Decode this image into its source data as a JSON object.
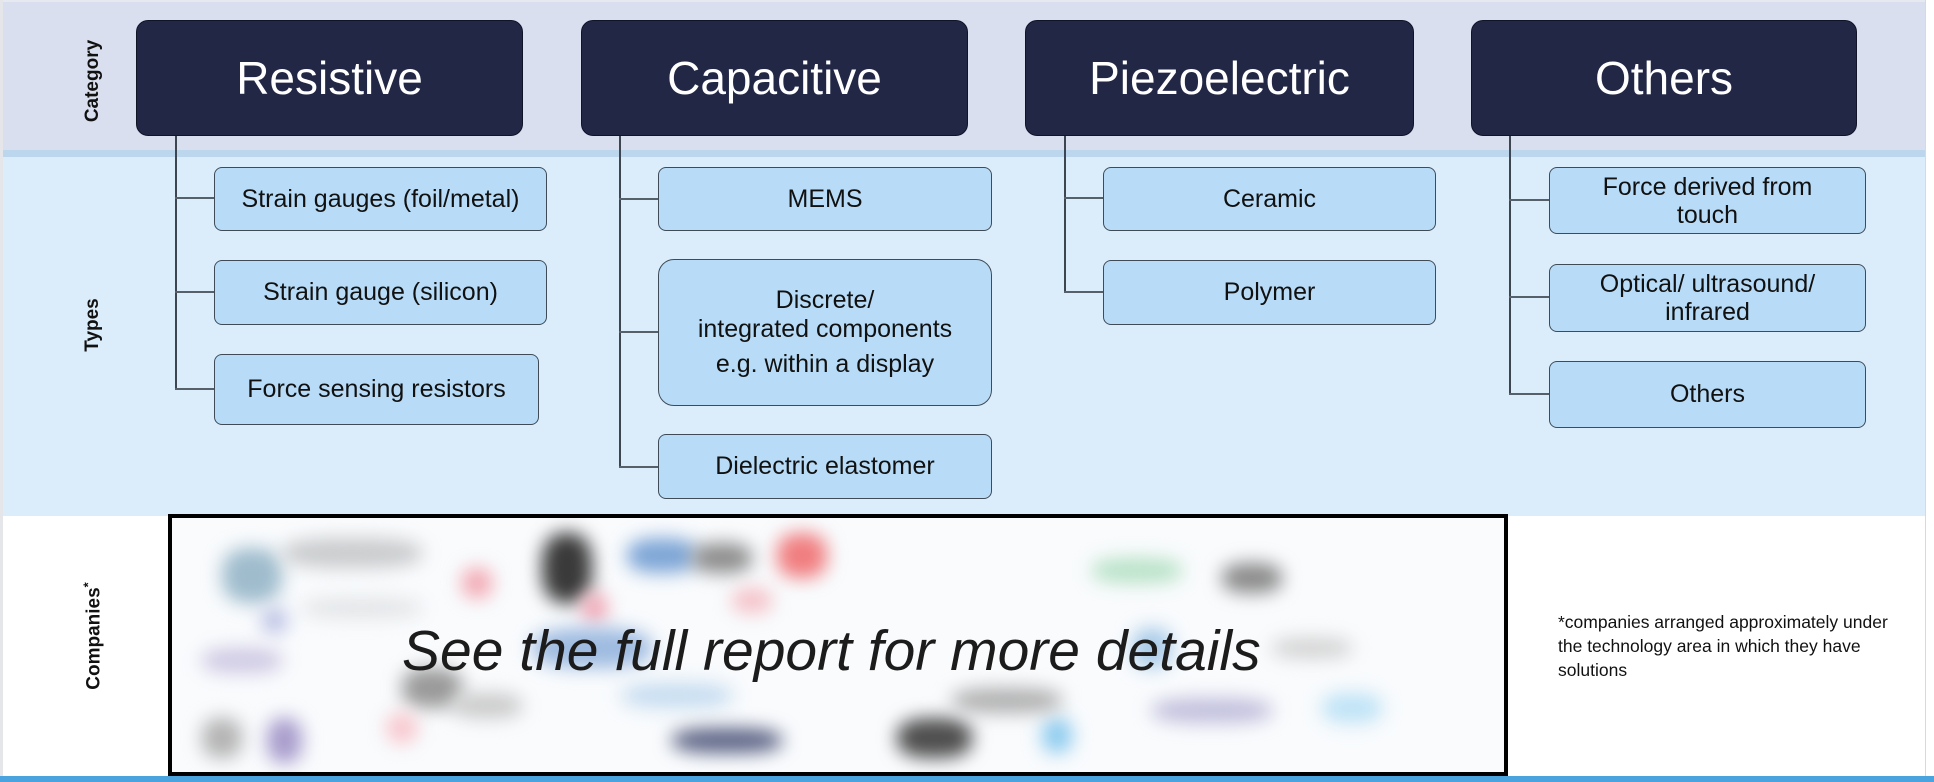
{
  "row_labels": {
    "category": "Category",
    "types": "Types",
    "companies": "Companies",
    "companies_marker": "*"
  },
  "categories": [
    {
      "name": "Resistive",
      "types": [
        {
          "lines": [
            "Strain gauges (foil/metal)"
          ]
        },
        {
          "lines": [
            "Strain gauge (silicon)"
          ]
        },
        {
          "lines": [
            "Force sensing resistors"
          ]
        }
      ]
    },
    {
      "name": "Capacitive",
      "types": [
        {
          "lines": [
            "MEMS"
          ]
        },
        {
          "lines": [
            "Discrete/",
            "integrated components",
            "e.g. within a display"
          ]
        },
        {
          "lines": [
            "Dielectric elastomer"
          ]
        }
      ]
    },
    {
      "name": "Piezoelectric",
      "types": [
        {
          "lines": [
            "Ceramic"
          ]
        },
        {
          "lines": [
            "Polymer"
          ]
        }
      ]
    },
    {
      "name": "Others",
      "types": [
        {
          "lines": [
            "Force derived from",
            "touch"
          ]
        },
        {
          "lines": [
            "Optical/ ultrasound/",
            "infrared"
          ]
        },
        {
          "lines": [
            "Others"
          ]
        }
      ]
    }
  ],
  "companies_overlay": {
    "message": "See the full report for more details",
    "logos_blurred": true
  },
  "footnote": "*companies arranged approximately under the technology area in which they have solutions",
  "colors": {
    "category_box": "#222745",
    "type_box": "#b8dcf7",
    "category_band": "#d9dfee",
    "types_band": "#dbedfb",
    "accent_bar": "#4aa3df"
  }
}
